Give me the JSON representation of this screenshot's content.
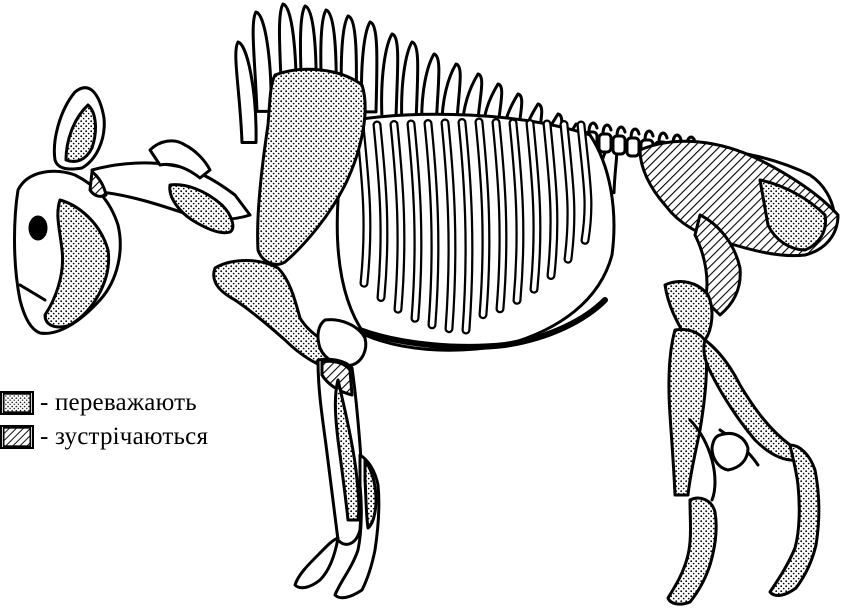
{
  "figure": {
    "subject": "bison skeleton",
    "fill_color": "#ffffff",
    "ink_color": "#000000"
  },
  "legend": {
    "items": [
      {
        "pattern": "stipple",
        "label": "- переважають"
      },
      {
        "pattern": "hatch",
        "label": "- зустрічаються"
      }
    ]
  }
}
